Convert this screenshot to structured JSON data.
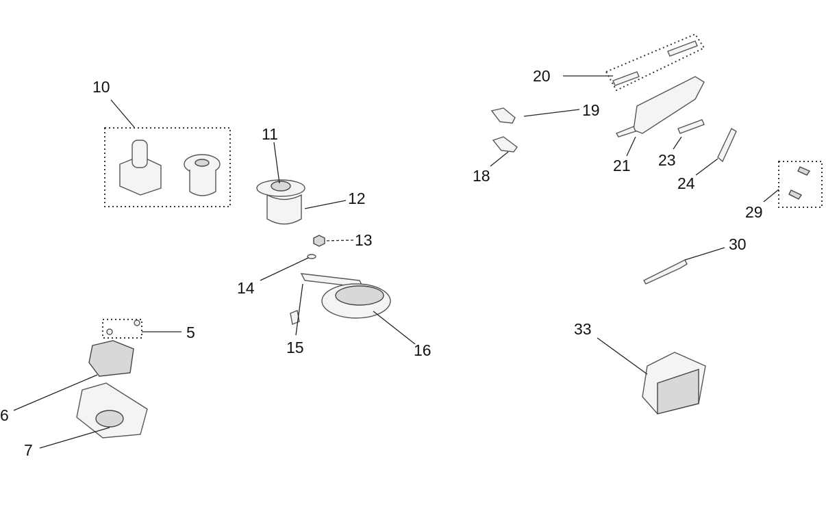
{
  "diagram": {
    "title": "Electrical parts exploded view",
    "part_numbers": [
      "5",
      "6",
      "7",
      "10",
      "11",
      "12",
      "13",
      "14",
      "15",
      "16",
      "18",
      "19",
      "20",
      "21",
      "23",
      "24",
      "29",
      "30",
      "33"
    ]
  },
  "labels": {
    "p5": "5",
    "p6": "6",
    "p7": "7",
    "p10": "10",
    "p11": "11",
    "p12": "12",
    "p13": "13",
    "p14": "14",
    "p15": "15",
    "p16": "16",
    "p18": "18",
    "p19": "19",
    "p20": "20",
    "p21": "21",
    "p23": "23",
    "p24": "24",
    "p29": "29",
    "p30": "30",
    "p33": "33"
  }
}
